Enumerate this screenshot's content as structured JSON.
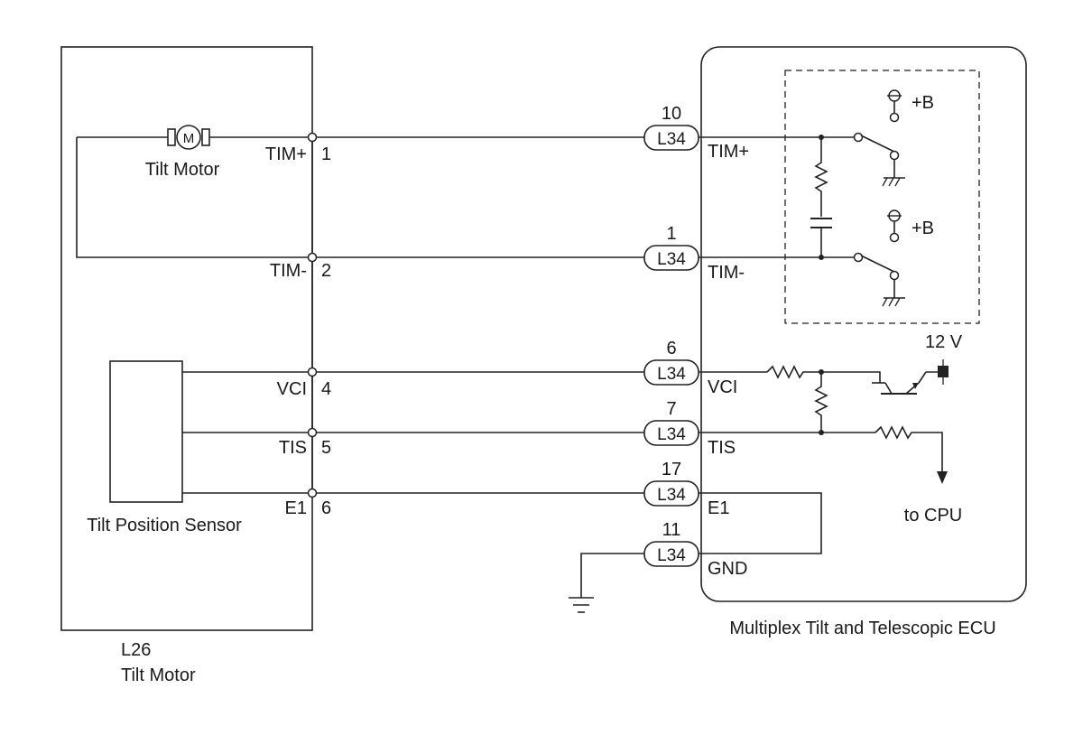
{
  "motor_module": {
    "id": "L26",
    "name": "Tilt Motor",
    "motor_label": "Tilt Motor",
    "motor_symbol": "M",
    "sensor_label": "Tilt Position Sensor",
    "terminals": [
      {
        "name": "TIM+",
        "pin": "1"
      },
      {
        "name": "TIM-",
        "pin": "2"
      },
      {
        "name": "VCI",
        "pin": "4"
      },
      {
        "name": "TIS",
        "pin": "5"
      },
      {
        "name": "E1",
        "pin": "6"
      }
    ]
  },
  "connector": {
    "code": "L34",
    "pins": [
      "10",
      "1",
      "6",
      "7",
      "17",
      "11"
    ]
  },
  "ecu": {
    "name": "Multiplex Tilt and Telescopic ECU",
    "terminals": [
      "TIM+",
      "TIM-",
      "VCI",
      "TIS",
      "E1",
      "GND"
    ],
    "supply_label": "+B",
    "voltage_label": "12 V",
    "cpu_label": "to CPU"
  }
}
